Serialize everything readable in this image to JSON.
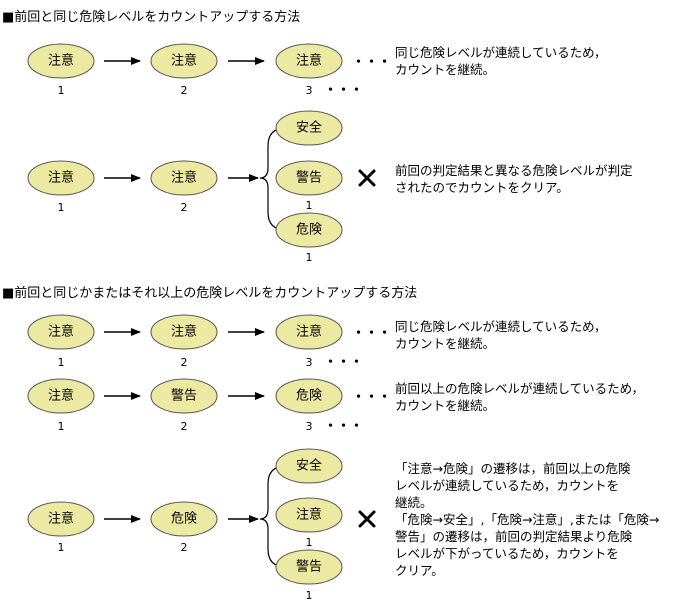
{
  "section1": {
    "heading": "■前回と同じ危険レベルをカウントアップする方法"
  },
  "section2": {
    "heading": "■前回と同じかまたはそれ以上の危険レベルをカウントアップする方法"
  },
  "levels": {
    "caution": "注意",
    "warning": "警告",
    "danger": "危険",
    "safe": "安全"
  },
  "numbers": [
    "1",
    "2",
    "3"
  ],
  "dots": "・・・",
  "notes": {
    "n1": "同じ危険レベルが連続しているため，\nカウントを継続。",
    "n2": "前回の判定結果と異なる危険レベルが判定\nされたのでカウントをクリア。",
    "n3": "同じ危険レベルが連続しているため，\nカウントを継続。",
    "n4": "前回以上の危険レベルが連続しているため，\nカウントを継続。",
    "n5": "「注意→危険」の遷移は，前回以上の危険\nレベルが連続しているため，カウントを\n継続。\n「危険→安全」,「危険→注意」,または「危険→\n警告」の遷移は，前回の判定結果より危険\nレベルが下がっているため，カウントを\nクリア。"
  }
}
